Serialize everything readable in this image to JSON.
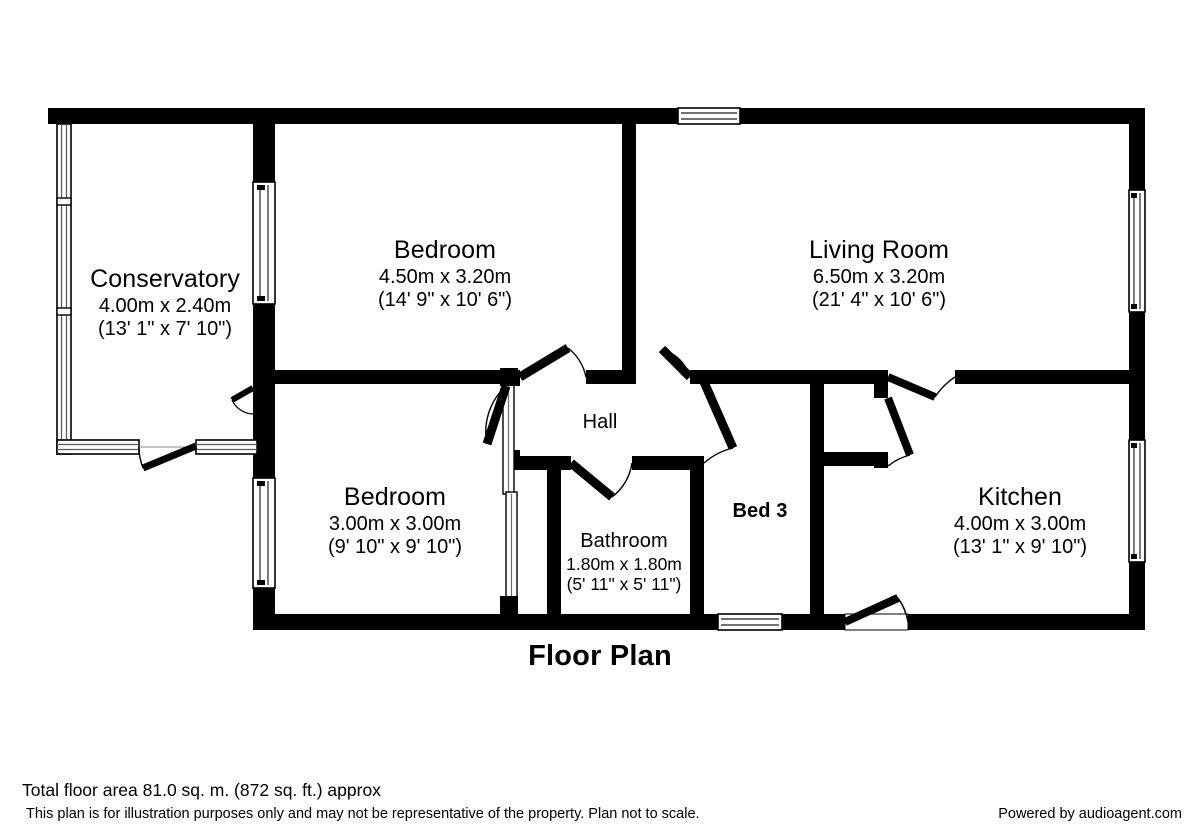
{
  "title": "Floor Plan",
  "footer": {
    "total_area": "Total floor area 81.0 sq. m. (872 sq. ft.) approx",
    "disclaimer": "This plan is for illustration purposes only and may not be representative of the property. Plan not to scale.",
    "powered_by": "Powered by audioagent.com"
  },
  "colors": {
    "wall": "#000000",
    "background": "#ffffff",
    "glazing_line": "#8a8a8a",
    "text": "#000000"
  },
  "rooms": [
    {
      "key": "conservatory",
      "name": "Conservatory",
      "dim_metric": "4.00m x 2.40m",
      "dim_imperial": "(13' 1\" x 7' 10\")"
    },
    {
      "key": "bedroom1",
      "name": "Bedroom",
      "dim_metric": "4.50m x 3.20m",
      "dim_imperial": "(14' 9\" x 10' 6\")"
    },
    {
      "key": "living_room",
      "name": "Living Room",
      "dim_metric": "6.50m x 3.20m",
      "dim_imperial": "(21' 4\" x 10' 6\")"
    },
    {
      "key": "hall",
      "name": "Hall",
      "dim_metric": "",
      "dim_imperial": ""
    },
    {
      "key": "bedroom2",
      "name": "Bedroom",
      "dim_metric": "3.00m x 3.00m",
      "dim_imperial": "(9' 10\" x 9' 10\")"
    },
    {
      "key": "bathroom",
      "name": "Bathroom",
      "dim_metric": "1.80m x 1.80m",
      "dim_imperial": "(5' 11\" x 5' 11\")"
    },
    {
      "key": "bed3",
      "name": "Bed 3",
      "dim_metric": "",
      "dim_imperial": ""
    },
    {
      "key": "kitchen",
      "name": "Kitchen",
      "dim_metric": "4.00m x 3.00m",
      "dim_imperial": "(13' 1\" x 9' 10\")"
    }
  ]
}
